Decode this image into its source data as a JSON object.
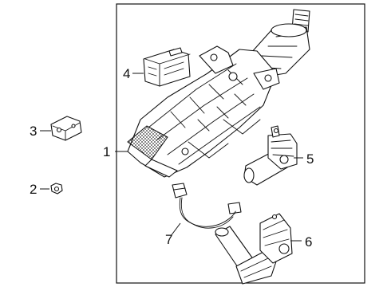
{
  "diagram": {
    "callouts": [
      {
        "id": "1",
        "label": "1"
      },
      {
        "id": "2",
        "label": "2"
      },
      {
        "id": "3",
        "label": "3"
      },
      {
        "id": "4",
        "label": "4"
      },
      {
        "id": "5",
        "label": "5"
      },
      {
        "id": "6",
        "label": "6"
      },
      {
        "id": "7",
        "label": "7"
      }
    ],
    "parts": [
      {
        "callout": "1",
        "icon": "steering-column-assembly-icon"
      },
      {
        "callout": "2",
        "icon": "nut-icon"
      },
      {
        "callout": "3",
        "icon": "module-bracket-icon"
      },
      {
        "callout": "4",
        "icon": "control-module-icon"
      },
      {
        "callout": "5",
        "icon": "tilt-motor-icon"
      },
      {
        "callout": "6",
        "icon": "telescope-motor-icon"
      },
      {
        "callout": "7",
        "icon": "wiring-harness-icon"
      }
    ]
  }
}
